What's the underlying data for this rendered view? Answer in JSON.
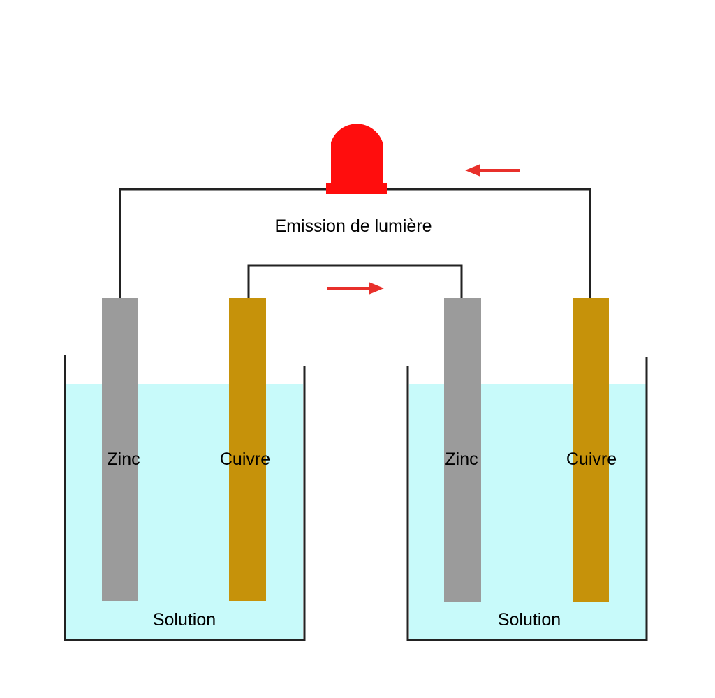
{
  "diagram": {
    "light_label": "Emission de lumière",
    "cells": [
      {
        "solution_label": "Solution",
        "zinc_label": "Zinc",
        "copper_label": "Cuivre"
      },
      {
        "solution_label": "Solution",
        "zinc_label": "Zinc",
        "copper_label": "Cuivre"
      }
    ]
  },
  "colors": {
    "wire": "#222222",
    "zinc": "#9b9b9b",
    "copper": "#c6920a",
    "solution": "#c8fafa",
    "led": "#ff0d0d",
    "arrow": "#e8302b"
  }
}
